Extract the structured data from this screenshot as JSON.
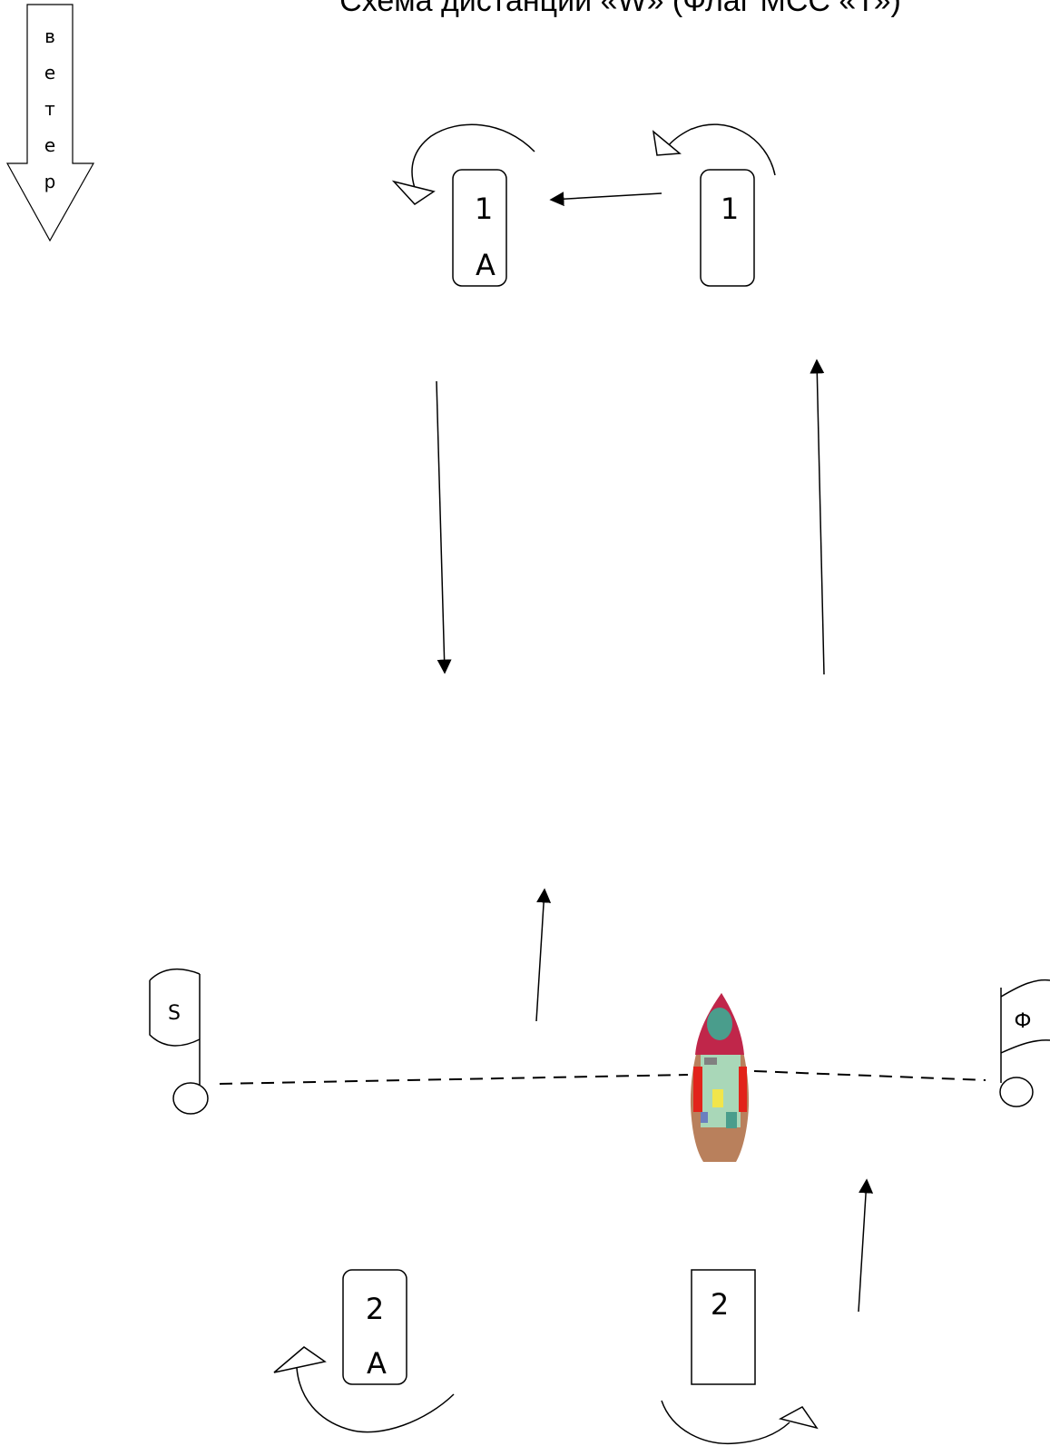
{
  "title": "Схема дистанций «W» (Флаг МСС «Т»)",
  "wind": {
    "letters": [
      "в",
      "е",
      "т",
      "е",
      "р"
    ]
  },
  "marks": {
    "mark_1a": {
      "line1": "1",
      "line2": "А"
    },
    "mark_1": {
      "line1": "1"
    },
    "mark_2a": {
      "line1": "2",
      "line2": "А"
    },
    "mark_2": {
      "line1": "2"
    }
  },
  "flags": {
    "start": {
      "label": "S"
    },
    "finish": {
      "label": "Ф"
    }
  },
  "colors": {
    "stroke": "#000000",
    "background": "#ffffff",
    "boat_hull": "#b9805c",
    "boat_bow": "#c0264a",
    "boat_red": "#e2231a",
    "boat_teal": "#4a9d8c",
    "boat_cabin": "#a9d7b8",
    "boat_yellow": "#f1e54b"
  },
  "icons": {
    "wind": "down-arrow-icon",
    "boat": "sailboat-icon",
    "start_flag": "flag-icon",
    "finish_flag": "flag-icon"
  }
}
